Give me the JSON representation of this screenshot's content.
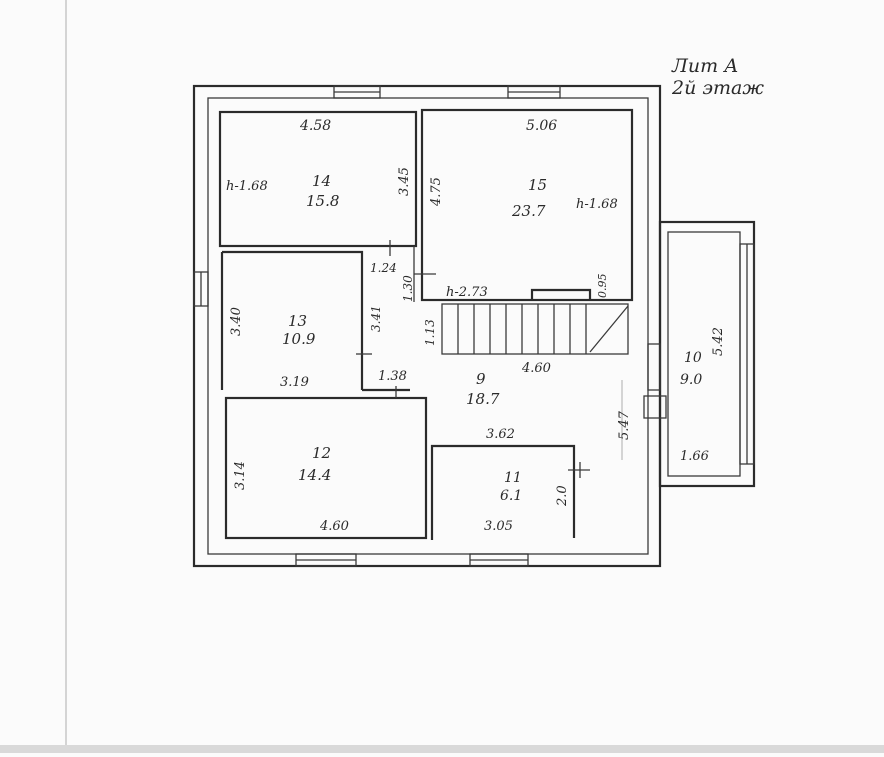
{
  "header": {
    "line1": "Лит А",
    "line2": "2й этаж"
  },
  "rooms": {
    "r14": {
      "num": "14",
      "area": "15.8",
      "w": "4.58",
      "h": "3.45",
      "ceiling": "h-1.68"
    },
    "r15": {
      "num": "15",
      "area": "23.7",
      "w": "5.06",
      "h": "4.75",
      "ceiling": "h-1.68"
    },
    "r13": {
      "num": "13",
      "area": "10.9",
      "w": "3.19",
      "h": "3.40",
      "side": "3.41"
    },
    "r9": {
      "num": "9",
      "area": "18.7",
      "a": "1.24",
      "b": "1.30",
      "c": "1.13",
      "d": "1.38",
      "e": "4.60",
      "f": "3.62",
      "ceiling": "h-2.73",
      "g": "0.95"
    },
    "r12": {
      "num": "12",
      "area": "14.4",
      "w": "4.60",
      "h": "3.14"
    },
    "r11": {
      "num": "11",
      "area": "6.1",
      "w": "3.05",
      "h": "2.0"
    },
    "r10": {
      "num": "10",
      "area": "9.0",
      "w": "1.66",
      "h": "5.42"
    }
  },
  "outer": {
    "right_dim": "5.47"
  }
}
